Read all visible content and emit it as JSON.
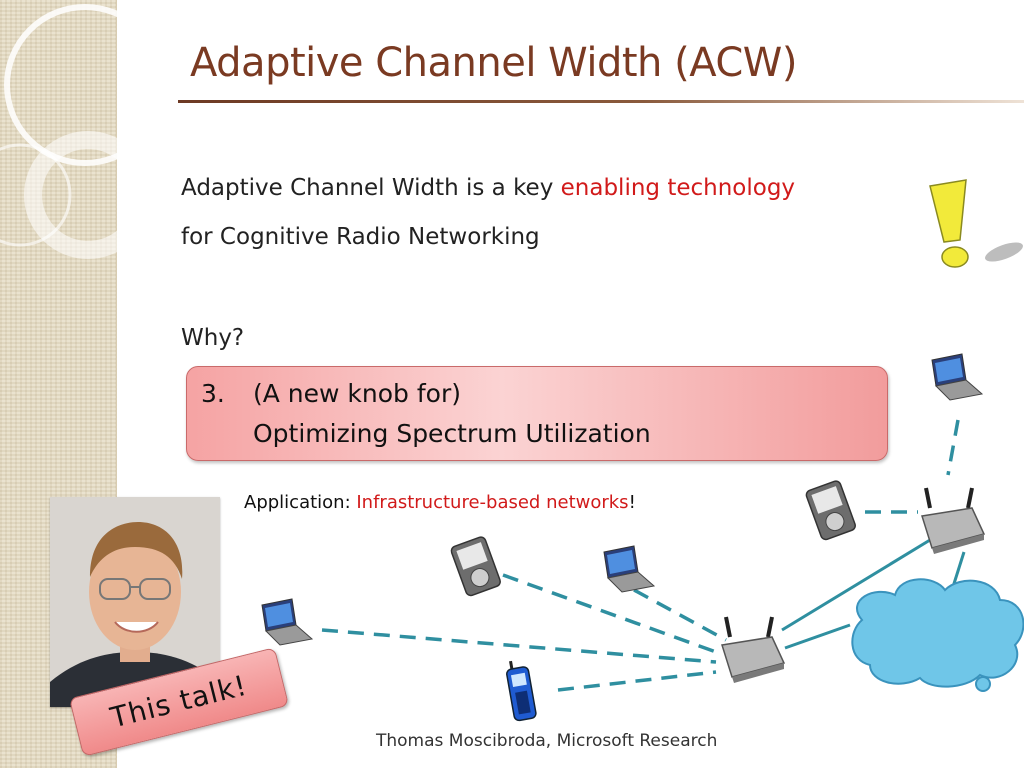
{
  "slide": {
    "title": "Adaptive Channel Width (ACW)",
    "intro_line1_prefix": "Adaptive Channel Width is a key ",
    "intro_line1_highlight": "enabling technology",
    "intro_line2": "for Cognitive Radio Networking",
    "question": "Why?",
    "callout": {
      "number": "3.",
      "line1": "(A new knob for)",
      "line2": "Optimizing Spectrum Utilization"
    },
    "application_prefix": "Application: ",
    "application_highlight": "Infrastructure-based networks",
    "application_suffix": "!",
    "talk_label": "This talk!",
    "footer": "Thomas Moscibroda, Microsoft Research"
  },
  "colors": {
    "title": "#7a3a22",
    "highlight": "#d11a1a",
    "callout_fill": "#f8b4b4",
    "link_dashed": "#2f8fa0",
    "cloud": "#6fc6e8"
  },
  "icons": [
    "exclamation-icon",
    "laptop-icon",
    "media-player-icon",
    "wireless-router-icon",
    "cell-phone-icon",
    "cloud-icon",
    "presenter-photo"
  ]
}
